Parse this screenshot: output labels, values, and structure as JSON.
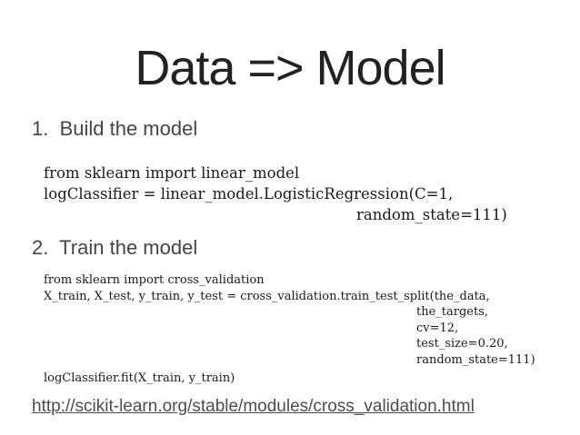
{
  "slide": {
    "title": "Data => Model"
  },
  "steps": [
    {
      "heading": "1.  Build the model",
      "code_lines": [
        "from sklearn import linear_model",
        "logClassifier = linear_model.LogisticRegression(C=1,",
        "random_state=111)"
      ]
    },
    {
      "heading": "2.  Train the model",
      "code_lines": [
        "from sklearn import cross_validation",
        "X_train, X_test, y_train, y_test = cross_validation.train_test_split(the_data,",
        "the_targets,",
        "cv=12,",
        "test_size=0.20,",
        "random_state=111)"
      ],
      "code_footer": "logClassifier.fit(X_train, y_train)"
    }
  ],
  "link": {
    "url_text": "http://scikit-learn.org/stable/modules/cross_validation.html"
  },
  "colors": {
    "background": "#ffffff",
    "title_text": "#222222",
    "heading_text": "#454545",
    "code_text": "#1a1a1a",
    "link_text": "#4d4d4d"
  }
}
